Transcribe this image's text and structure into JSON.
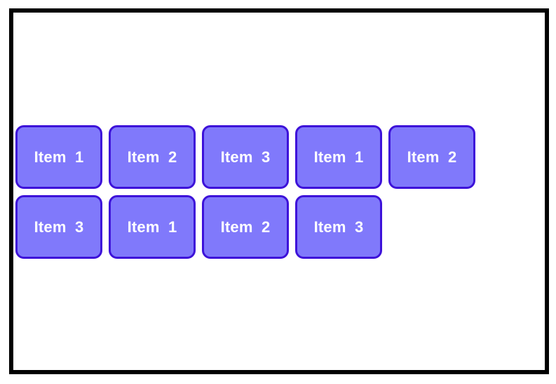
{
  "items": [
    {
      "label": "Item 1"
    },
    {
      "label": "Item 2"
    },
    {
      "label": "Item 3"
    },
    {
      "label": "Item 1"
    },
    {
      "label": "Item 2"
    },
    {
      "label": "Item 3"
    },
    {
      "label": "Item 1"
    },
    {
      "label": "Item 2"
    },
    {
      "label": "Item 3"
    }
  ],
  "colors": {
    "item_fill": "#8079fb",
    "item_border": "#3d12d9",
    "item_text": "#ffffff",
    "frame_border": "#000000",
    "background": "#ffffff"
  }
}
